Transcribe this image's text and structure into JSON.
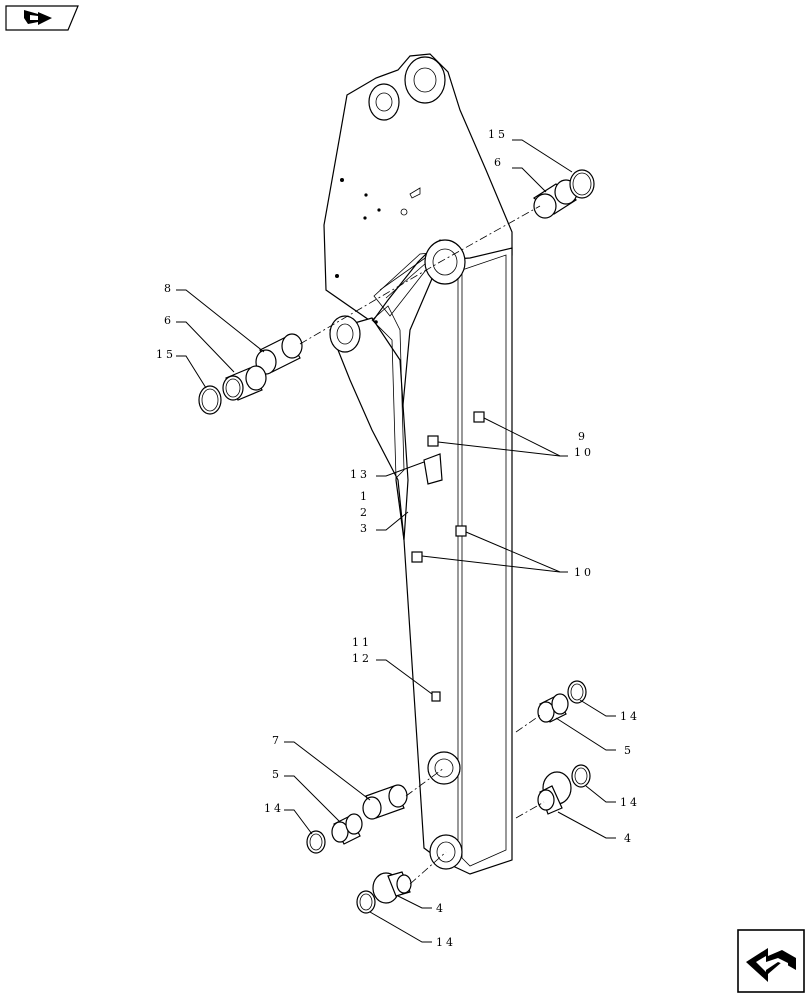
{
  "nav": {
    "back_icon": "arrow-icon",
    "corner_icon": "arrow-nav-icon"
  },
  "callouts": {
    "c15_top": "15",
    "c6_top": "6",
    "c8": "8",
    "c6_left": "6",
    "c15_left": "15",
    "c9": "9",
    "c10_a": "10",
    "c13": "13",
    "c1": "1",
    "c2": "2",
    "c3": "3",
    "c10_b": "10",
    "c11": "11",
    "c12": "12",
    "c14_r1": "14",
    "c5_r": "5",
    "c14_r2": "14",
    "c4_r": "4",
    "c7": "7",
    "c5_l": "5",
    "c14_l": "14",
    "c4_b": "4",
    "c14_b": "14"
  }
}
